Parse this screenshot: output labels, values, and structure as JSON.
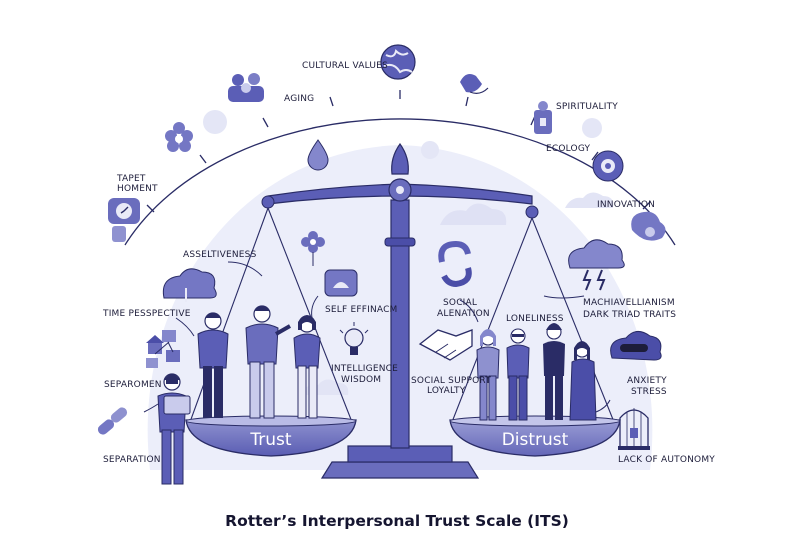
{
  "title": "Rotter’s Interpersonal Trust Scale (ITS)",
  "colors": {
    "primary": "#4b4ea8",
    "light": "#c9cbec",
    "pale": "#e9eaf7",
    "dark": "#2a2c66"
  },
  "arc_labels": {
    "cultural_values": "CULTURAL VALUES",
    "aging": "AGING",
    "spirituality": "SPIRITUALITY",
    "ecology": "ECOLOGY",
    "tapet": "TAPET",
    "homent": "HOMENT",
    "innovation": "INNOVATION"
  },
  "left_labels": {
    "assertiveness": "ASSELTIVENESS",
    "time_perspective": "TIME PESSPECTIVE",
    "self_efficacy": "SELF EFFINACM",
    "intelligence": "INTELLIGENCE",
    "wisdom": "WISDOM",
    "separomen": "SEPAROMEN",
    "separation": "SEPARATION"
  },
  "right_labels": {
    "social": "SOCIAL",
    "alenation": "ALENATION",
    "loneliness": "LONELINESS",
    "machiavellianism": "MACHIAVELLIANISM",
    "dark_triad": "DARK TRIAD TRAITS",
    "social_support": "SOCIAL SUPPORT",
    "loyalty": "LOYALTY",
    "anxiety": "ANXIETY",
    "stress": "STRESS",
    "lack_autonomy": "LACK OF AUTONOMY"
  },
  "pans": {
    "left": "Trust",
    "right": "Distrust"
  }
}
